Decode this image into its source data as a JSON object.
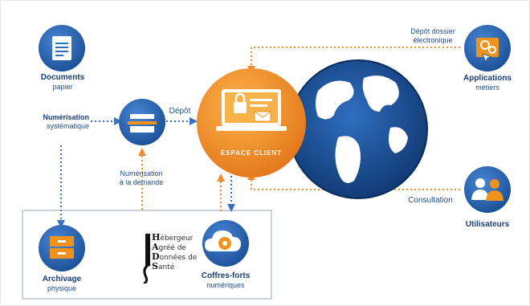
{
  "colors": {
    "blue_dark": "#1a4f96",
    "blue_mid": "#2f6fc0",
    "orange": "#f0931e",
    "orange_dark": "#e2761a",
    "arrow_blue": "#3b6fbf",
    "arrow_orange": "#ef8a2d",
    "text_blue": "#1f4e8c"
  },
  "nodes": {
    "documents": {
      "title": "Documents",
      "subtitle": "papier",
      "icon": "document-icon"
    },
    "scanner": {
      "icon": "scanner-icon"
    },
    "applications": {
      "title": "Applications",
      "subtitle": "métiers",
      "icon": "gears-icon"
    },
    "utilisateurs": {
      "title": "Utilisateurs",
      "icon": "users-icon"
    },
    "archivage": {
      "title": "Archivage",
      "subtitle": "physique",
      "icon": "archive-drawer-icon"
    },
    "coffres": {
      "title": "Coffres-forts",
      "subtitle": "numériques",
      "icon": "cloud-safe-icon"
    },
    "espace_client": {
      "label": "ESPACE CLIENT",
      "icon": "laptop-lock-icon"
    },
    "globe": {
      "icon": "globe-icon"
    }
  },
  "labels": {
    "numerisation_1": "Numérisation",
    "numerisation_2": "systématique",
    "depot": "Dépôt",
    "depot_dossier_1": "Dépôt dossier",
    "depot_dossier_2": "électronique",
    "numerisation_demande_1": "Numérisation",
    "numerisation_demande_2": "à la demande",
    "consultation": "Consultation"
  },
  "hds": {
    "lines": [
      {
        "initial": "H",
        "rest": "ébergeur"
      },
      {
        "initial": "A",
        "rest": "gréé de"
      },
      {
        "initial": "D",
        "rest": "onnées de"
      },
      {
        "initial": "S",
        "rest": "anté"
      }
    ]
  }
}
